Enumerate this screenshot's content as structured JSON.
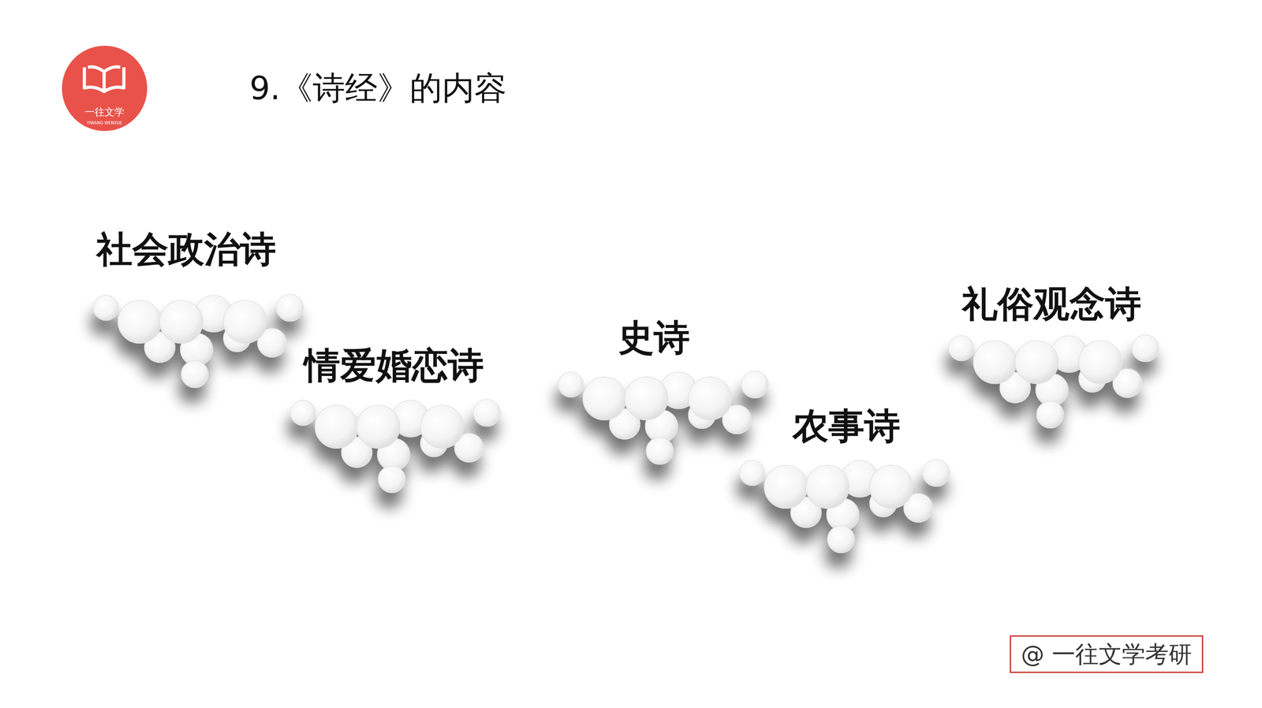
{
  "diagram": {
    "title": "9.《诗经》的内容",
    "nodes": [
      {
        "text": [
          "社会政治诗"
        ]
      },
      {
        "text": [
          "情爱婚恋诗"
        ]
      },
      {
        "text": [
          "史诗"
        ]
      },
      {
        "text": [
          "农事诗"
        ]
      },
      {
        "text": [
          "礼俗观念诗"
        ]
      }
    ],
    "labels": [
      "一往文学",
      "YIWANG WENXUE",
      "@ 一往文学考研"
    ]
  }
}
